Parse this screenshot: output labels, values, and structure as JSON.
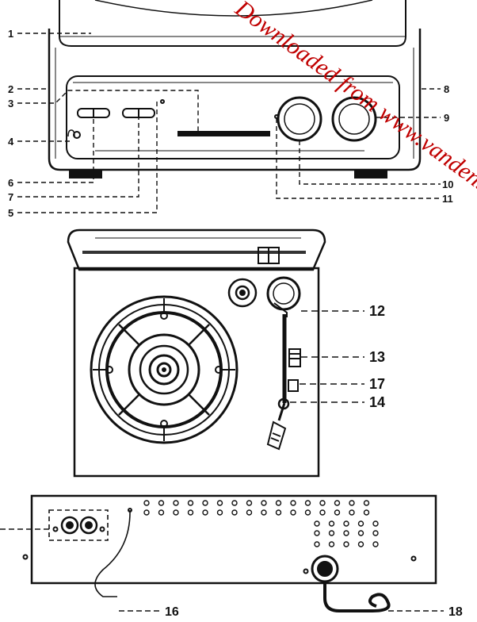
{
  "figures": {
    "front_view": {
      "callouts": [
        "1",
        "2",
        "3",
        "4",
        "5",
        "6",
        "7",
        "8",
        "9",
        "10",
        "11"
      ]
    },
    "top_view": {
      "callouts": [
        "12",
        "13",
        "17",
        "14"
      ]
    },
    "rear_view": {
      "callouts": [
        "16",
        "18"
      ]
    }
  },
  "watermark": {
    "text": "Downloaded from www.vandenborre.be"
  },
  "colors": {
    "line": "#111111",
    "watermark": "#c00000"
  }
}
